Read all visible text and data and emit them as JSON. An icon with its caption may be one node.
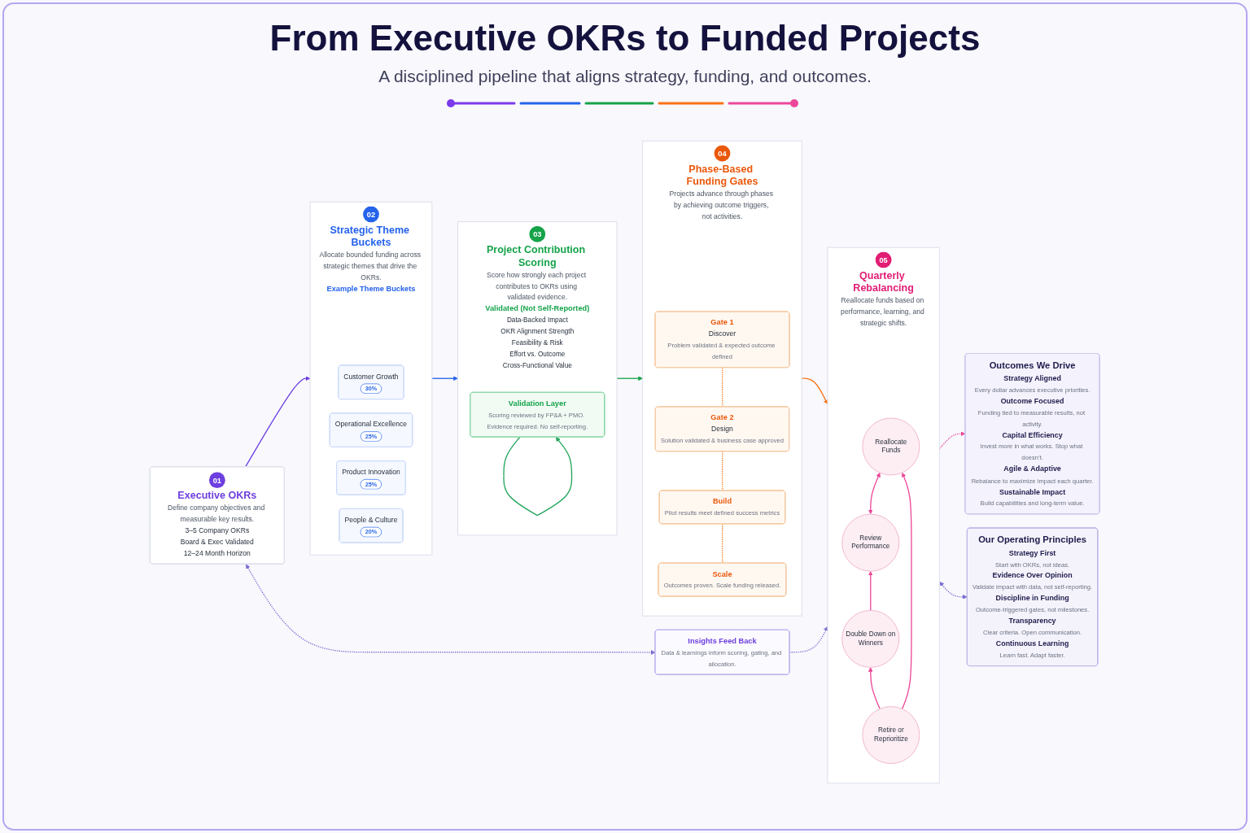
{
  "diagram": {
    "title": "From Executive OKRs to Funded Projects",
    "nodes": [
      {
        "text": [
          "01",
          "Executive OKRs",
          "Define company objectives and measurable key results.",
          "3–5 Company OKRs",
          "Board & Exec Validated",
          "12–24 Month Horizon"
        ]
      },
      {
        "text": [
          "02",
          "Strategic Theme Buckets",
          "Allocate bounded funding across strategic themes that drive the OKRs.",
          "Example Theme Buckets"
        ]
      },
      {
        "text": [
          "Customer Growth",
          "30%"
        ],
        "in": 1
      },
      {
        "text": [
          "Operational Excellence",
          "25%"
        ],
        "in": 1
      },
      {
        "text": [
          "Product Innovation",
          "25%"
        ],
        "in": 1
      },
      {
        "text": [
          "People & Culture",
          "20%"
        ],
        "in": 1
      },
      {
        "text": [
          "03",
          "Project Contribution Scoring",
          "Score how strongly each project contributes to OKRs using validated evidence.",
          "Validated (Not Self-Reported)",
          "Data-Backed Impact",
          "OKR Alignment Strength",
          "Feasibility & Risk",
          "Effort vs. Outcome",
          "Cross-Functional Value"
        ]
      },
      {
        "text": [
          "Validation Layer",
          "Scoring reviewed by FP&A + PMO. Evidence required. No self-reporting."
        ],
        "in": 6
      },
      {
        "text": [
          "04",
          "Phase-Based Funding Gates",
          "Projects advance through phases by achieving outcome triggers, not activities."
        ]
      },
      {
        "text": [
          "Gate 1",
          "Discover",
          "Problem validated & expected outcome defined"
        ],
        "in": 8
      },
      {
        "text": [
          "Gate 2",
          "Design",
          "Solution validated & business case approved"
        ],
        "in": 8
      },
      {
        "text": [
          "Build",
          "Pilot results meet defined success metrics"
        ],
        "in": 8
      },
      {
        "text": [
          "Scale",
          "Outcomes proven. Scale funding released."
        ],
        "in": 8
      },
      {
        "text": [
          "05",
          "Quarterly Rebalancing",
          "Reallocate funds based on performance, learning, and strategic shifts."
        ]
      },
      {
        "text": [
          "Review Performance"
        ],
        "in": 13
      },
      {
        "text": [
          "Double Down on Winners"
        ],
        "in": 13
      },
      {
        "text": [
          "Reallocate Funds"
        ],
        "in": 13
      },
      {
        "text": [
          "Retire or Reprioritize"
        ],
        "in": 13
      },
      {
        "text": [
          "Outcomes We Drive",
          "Strategy Aligned",
          "Every dollar advances executive priorities.",
          "Outcome Focused",
          "Funding tied to measurable results, not activity.",
          "Capital Efficiency",
          "Invest more in what works. Stop what doesn’t.",
          "Agile & Adaptive",
          "Rebalance to maximize impact each quarter.",
          "Sustainable Impact",
          "Build capabilities and long-term value."
        ]
      },
      {
        "text": [
          "Insights Feed Back",
          "Data & learnings inform scoring, gating, and allocation."
        ]
      },
      {
        "text": [
          "Our Operating Principles",
          "Strategy First",
          "Start with OKRs, not ideas.",
          "Evidence Over Opinion",
          "Validate impact with data, not self-reporting.",
          "Discipline in Funding",
          "Outcome-triggered gates, not milestones.",
          "Transparency",
          "Clear criteria. Open communication.",
          "Continuous Learning",
          "Learn fast. Adapt faster."
        ]
      }
    ],
    "edges": [
      {
        "from": 0,
        "to": 1,
        "arrow": "to",
        "color": "#6d3fe0"
      },
      {
        "from": 1,
        "to": 6,
        "arrow": "to",
        "color": "#2563eb"
      },
      {
        "from": 6,
        "to": 8,
        "arrow": "to",
        "color": "#16a34a"
      },
      {
        "from": 8,
        "to": 13,
        "arrow": "to",
        "color": "#f97316"
      },
      {
        "from": 13,
        "to": 18,
        "arrow": "to",
        "style": "dashed",
        "color": "#ec4899"
      },
      {
        "from": 9,
        "to": 10,
        "arrow": "none",
        "style": "dashed",
        "color": "#f97316"
      },
      {
        "from": 10,
        "to": 11,
        "arrow": "none",
        "style": "dashed",
        "color": "#f97316"
      },
      {
        "from": 11,
        "to": 12,
        "arrow": "none",
        "style": "dashed",
        "color": "#f97316"
      },
      {
        "from": 15,
        "to": 14,
        "arrow": "to",
        "color": "#ec4899"
      },
      {
        "from": 14,
        "to": 16,
        "arrow": "both",
        "color": "#ec4899"
      },
      {
        "from": 17,
        "to": 15,
        "arrow": "to",
        "color": "#ec4899"
      },
      {
        "from": 17,
        "to": 16,
        "arrow": "to",
        "color": "#ec4899"
      },
      {
        "from": 7,
        "to": 7,
        "arrow": "to",
        "color": "#22a55b"
      },
      {
        "from": 0,
        "to": 19,
        "arrow": "both",
        "style": "dashed",
        "color": "#7c6fd0"
      },
      {
        "from": 19,
        "to": 13,
        "arrow": "to",
        "style": "dashed",
        "color": "#7c6fd0"
      },
      {
        "from": 13,
        "to": 20,
        "arrow": "both",
        "style": "dashed",
        "color": "#7c6fd0"
      }
    ],
    "labels": [
      "A disciplined pipeline that aligns strategy, funding, and outcomes."
    ]
  }
}
